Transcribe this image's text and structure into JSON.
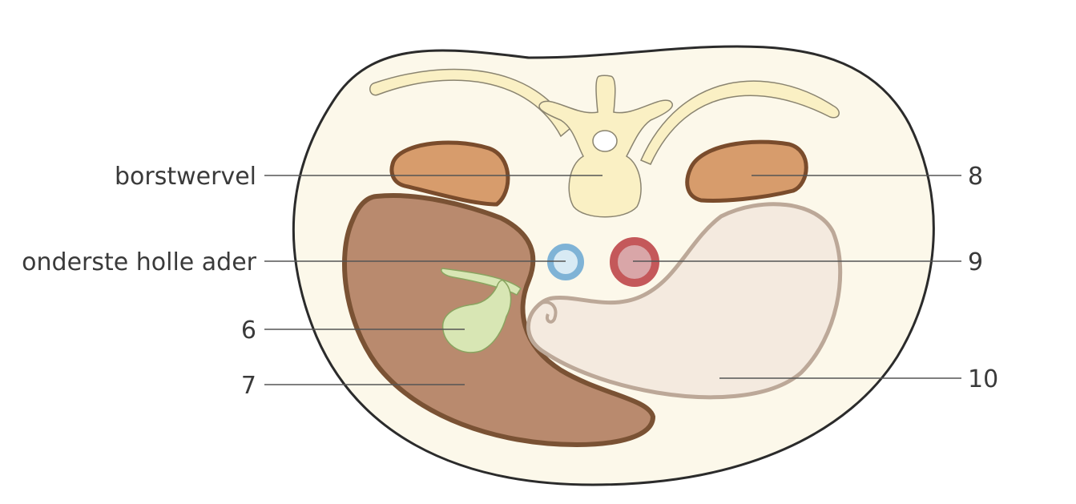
{
  "labels": {
    "borstwervel": "borstwervel",
    "holle_ader": "onderste holle ader",
    "n6": "6",
    "n7": "7",
    "n8": "8",
    "n9": "9",
    "n10": "10"
  },
  "colors": {
    "body_fill": "#fcf8ea",
    "body_outline": "#2b2b2b",
    "bone": "#faf0c4",
    "bone_outline": "#8a8470",
    "kidney_fill": "#d79c6c",
    "kidney_outline": "#7a4c2c",
    "liver_fill": "#b98a6e",
    "liver_outline": "#7a5234",
    "stomach_fill": "#f4eadf",
    "stomach_outline": "#bca898",
    "gallbladder_fill": "#d8e6b4",
    "gallbladder_outline": "#8aa460",
    "vena_cava": "#7fb3d6",
    "aorta": "#c4585a"
  }
}
